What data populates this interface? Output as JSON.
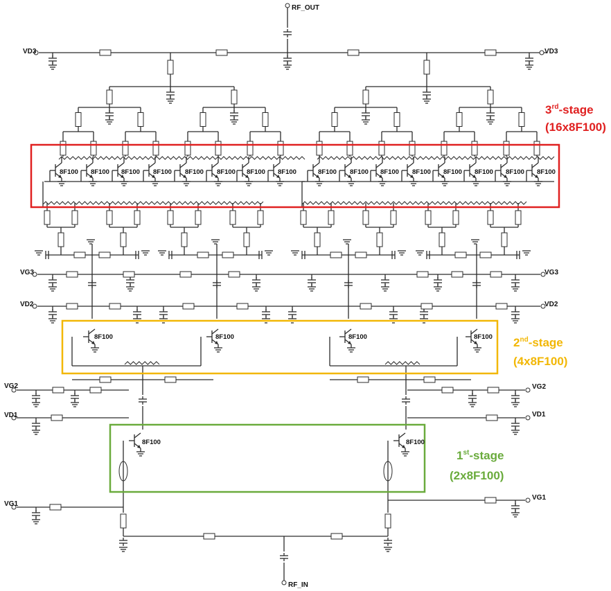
{
  "colors": {
    "stage3": "#e02020",
    "stage2": "#f2b705",
    "stage1": "#6aab3c"
  },
  "ports": {
    "rf_out": "RF_OUT",
    "rf_in": "RF_IN",
    "vd3": "VD3",
    "vg3": "VG3",
    "vd2": "VD2",
    "vg2": "VG2",
    "vd1": "VD1",
    "vg1": "VG1"
  },
  "device": "8F100",
  "stages": {
    "third": {
      "ordinal": "3",
      "suffix": "rd",
      "word": "-stage",
      "count": "(16x8F100)"
    },
    "second": {
      "ordinal": "2",
      "suffix": "nd",
      "word": "-stage",
      "count": "(4x8F100)"
    },
    "first": {
      "ordinal": "1",
      "suffix": "st",
      "word": "-stage",
      "count": "(2x8F100)"
    }
  }
}
